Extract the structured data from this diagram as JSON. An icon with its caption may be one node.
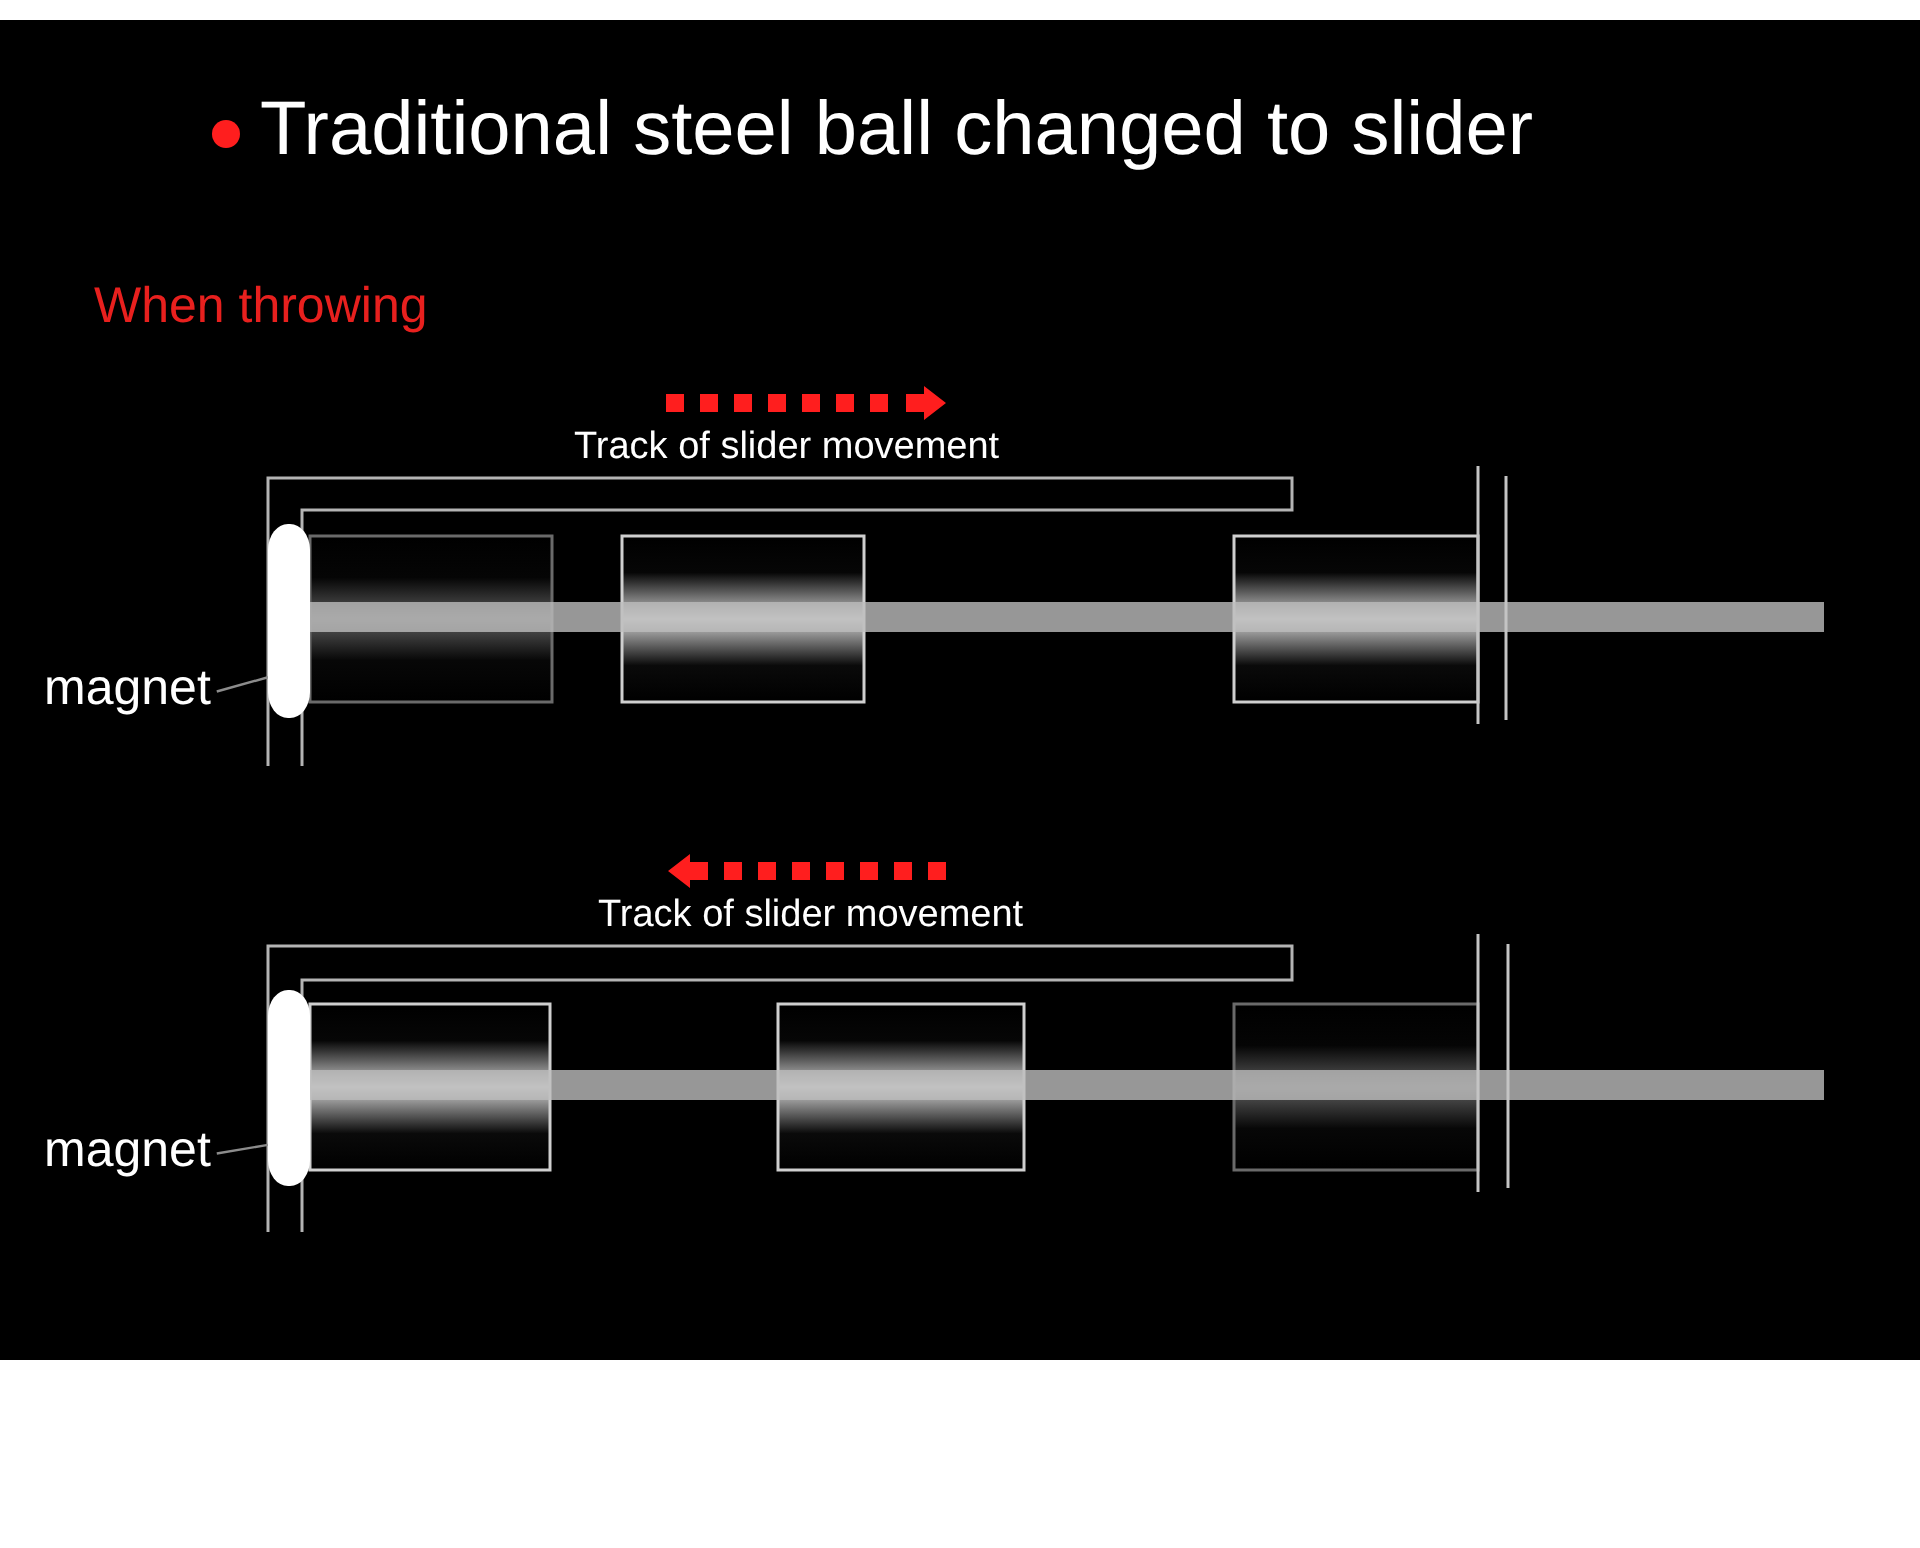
{
  "diagram": {
    "title": "Traditional steel ball changed to slider",
    "nodes": [
      {
        "text": [
          "magnet"
        ]
      },
      {
        "text": [],
        "shape": "bar"
      },
      {
        "text": [
          "magnet"
        ]
      },
      {
        "text": [],
        "shape": "bar"
      }
    ],
    "edges": [
      {
        "from": 0,
        "to": 1,
        "arrow": "none"
      },
      {
        "from": 2,
        "to": 3,
        "arrow": "none"
      }
    ],
    "labels": [
      "When throwing",
      "Track of slider movement",
      "Track of slider movement"
    ]
  }
}
